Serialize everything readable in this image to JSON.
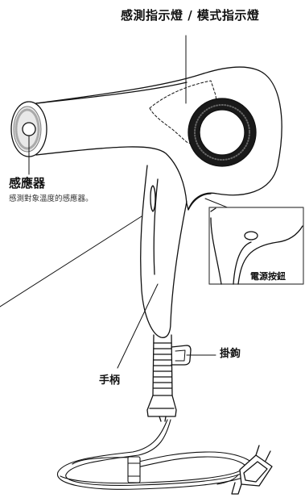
{
  "labels": {
    "indicator": "感測指示燈 / 模式指示燈",
    "sensor_title": "感應器",
    "sensor_desc": "感測對象溫度的感應器。",
    "power_button": "電源按鈕",
    "hook": "掛鉤",
    "handle": "手柄"
  },
  "colors": {
    "outline": "#111111",
    "ring": "#1a1a1a",
    "inset_border": "#444444",
    "background": "#ffffff"
  }
}
